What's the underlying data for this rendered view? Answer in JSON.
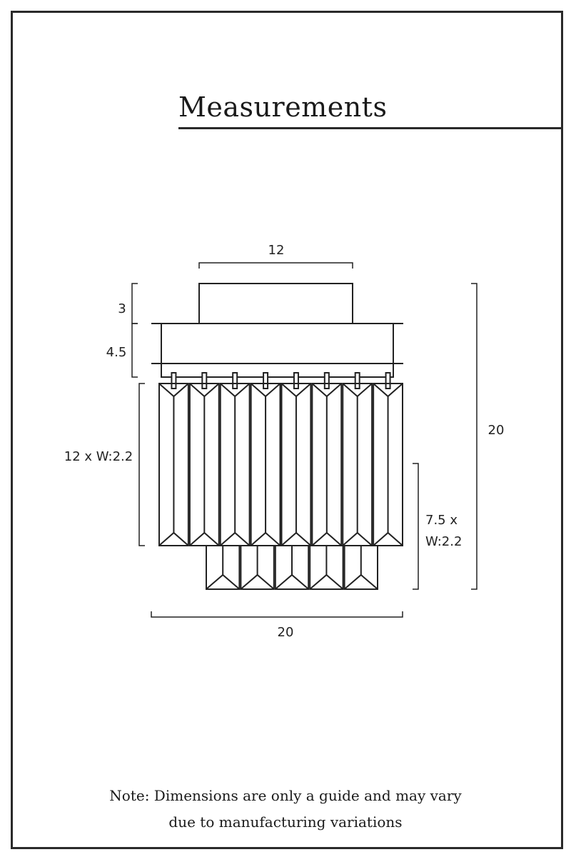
{
  "title": "Measurements",
  "dimensions": {
    "top_width": "12",
    "top_height": "3",
    "canopy_height": "4.5",
    "upper_crystal": "12 x W:2.2",
    "lower_crystal_line1": "7.5 x",
    "lower_crystal_line2": "W:2.2",
    "total_height": "20",
    "total_width": "20"
  },
  "crystal_counts": {
    "upper_row": 8,
    "lower_row": 5
  },
  "note": {
    "line1": "Note: Dimensions are only a guide and may vary",
    "line2": "due to manufacturing variations"
  }
}
